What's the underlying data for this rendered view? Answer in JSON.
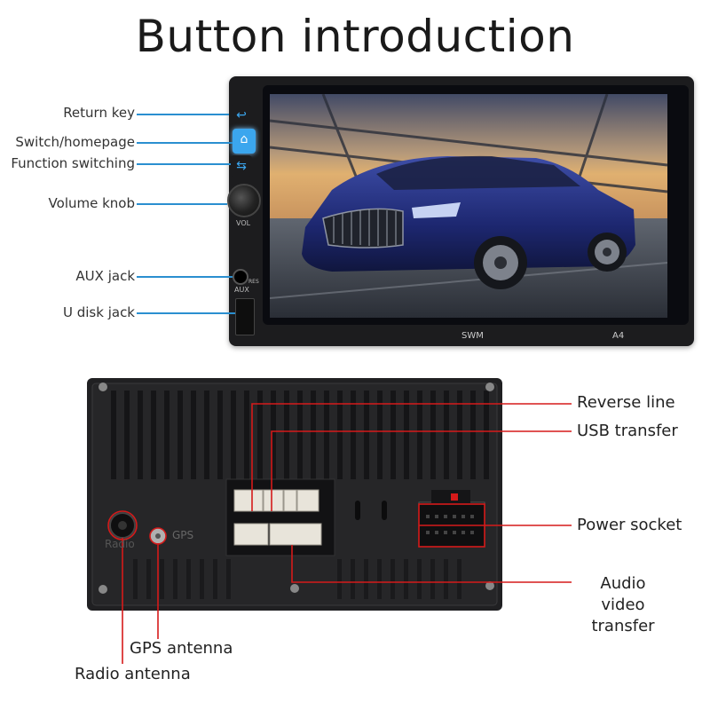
{
  "title": "Button introduction",
  "front_labels": {
    "return_key": "Return key",
    "switch_homepage": "Switch/homepage",
    "function_switching": "Function switching",
    "volume_knob": "Volume knob",
    "aux_jack": "AUX jack",
    "u_disk_jack": "U disk jack"
  },
  "unit_print": {
    "vol": "VOL",
    "aux": "AUX",
    "res": "RES",
    "brand_left": "SWM",
    "brand_right": "A4"
  },
  "back_labels": {
    "reverse_line": "Reverse line",
    "usb_transfer": "USB transfer",
    "power_socket": "Power socket",
    "audio_video_transfer": "Audio video transfer",
    "gps_antenna": "GPS antenna",
    "radio_antenna": "Radio antenna"
  },
  "back_print": {
    "radio": "Radio",
    "gps": "GPS"
  },
  "colors": {
    "leader_front": "#2a8fd0",
    "leader_back": "#d51a1a",
    "home_button": "#3ba6ee",
    "unit_body": "#1c1c1e",
    "back_plate": "#202022"
  }
}
